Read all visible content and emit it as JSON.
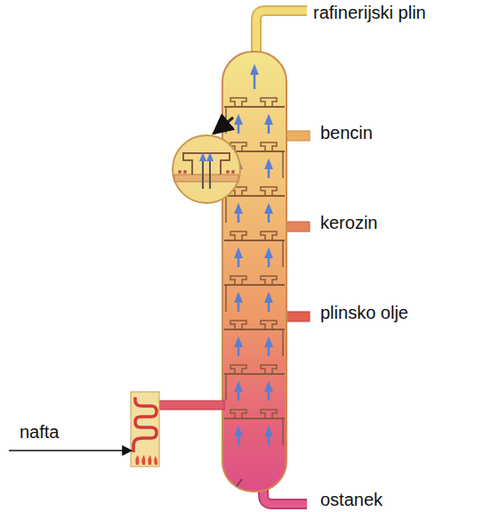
{
  "diagram": {
    "labels": [
      "rafinerijski plin",
      "bencin",
      "kerozin",
      "plinsko olje",
      "nafta",
      "ostanek"
    ]
  }
}
